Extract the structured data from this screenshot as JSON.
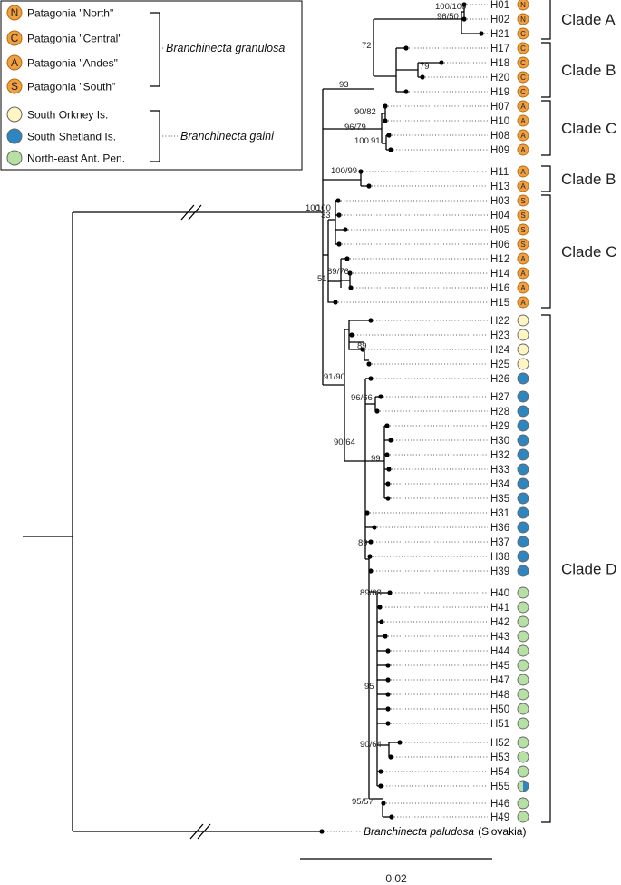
{
  "colors": {
    "patagonia": "#F0A040",
    "patagonia_stroke": "#B86A10",
    "south_orkney": "#FFF6C2",
    "south_shetland": "#2E86C1",
    "northeast": "#B7E0A5",
    "legend_stroke": "#666666"
  },
  "legend": {
    "granulosa_species": "Branchinecta granulosa",
    "gaini_species": "Branchinecta gaini",
    "granulosa_items": [
      {
        "letter": "N",
        "label": "Patagonia \"North\""
      },
      {
        "letter": "C",
        "label": "Patagonia \"Central\""
      },
      {
        "letter": "A",
        "label": "Patagonia \"Andes\""
      },
      {
        "letter": "S",
        "label": "Patagonia \"South\""
      }
    ],
    "gaini_items": [
      {
        "label": "South Orkney Is.",
        "color": "south_orkney"
      },
      {
        "label": "South Shetland Is.",
        "color": "south_shetland"
      },
      {
        "label": "North-east Ant. Pen.",
        "color": "northeast"
      }
    ]
  },
  "tips": [
    {
      "id": "H01",
      "marker": "N"
    },
    {
      "id": "H02",
      "marker": "N"
    },
    {
      "id": "H21",
      "marker": "C"
    },
    {
      "id": "H17",
      "marker": "C"
    },
    {
      "id": "H18",
      "marker": "C"
    },
    {
      "id": "H20",
      "marker": "C"
    },
    {
      "id": "H19",
      "marker": "C"
    },
    {
      "id": "H07",
      "marker": "A"
    },
    {
      "id": "H10",
      "marker": "A"
    },
    {
      "id": "H08",
      "marker": "A"
    },
    {
      "id": "H09",
      "marker": "A"
    },
    {
      "id": "H11",
      "marker": "A"
    },
    {
      "id": "H13",
      "marker": "A"
    },
    {
      "id": "H03",
      "marker": "S"
    },
    {
      "id": "H04",
      "marker": "S"
    },
    {
      "id": "H05",
      "marker": "S"
    },
    {
      "id": "H06",
      "marker": "S"
    },
    {
      "id": "H12",
      "marker": "A"
    },
    {
      "id": "H14",
      "marker": "A"
    },
    {
      "id": "H16",
      "marker": "A"
    },
    {
      "id": "H15",
      "marker": "A"
    },
    {
      "id": "H22",
      "marker": "south_orkney"
    },
    {
      "id": "H23",
      "marker": "south_orkney"
    },
    {
      "id": "H24",
      "marker": "south_orkney"
    },
    {
      "id": "H25",
      "marker": "south_orkney"
    },
    {
      "id": "H26",
      "marker": "south_shetland"
    },
    {
      "id": "H27",
      "marker": "south_shetland"
    },
    {
      "id": "H28",
      "marker": "south_shetland"
    },
    {
      "id": "H29",
      "marker": "south_shetland"
    },
    {
      "id": "H30",
      "marker": "south_shetland"
    },
    {
      "id": "H32",
      "marker": "south_shetland"
    },
    {
      "id": "H33",
      "marker": "south_shetland"
    },
    {
      "id": "H34",
      "marker": "south_shetland"
    },
    {
      "id": "H35",
      "marker": "south_shetland"
    },
    {
      "id": "H31",
      "marker": "south_shetland"
    },
    {
      "id": "H36",
      "marker": "south_shetland"
    },
    {
      "id": "H37",
      "marker": "south_shetland"
    },
    {
      "id": "H38",
      "marker": "south_shetland"
    },
    {
      "id": "H39",
      "marker": "south_shetland"
    },
    {
      "id": "H40",
      "marker": "northeast"
    },
    {
      "id": "H41",
      "marker": "northeast"
    },
    {
      "id": "H42",
      "marker": "northeast"
    },
    {
      "id": "H43",
      "marker": "northeast"
    },
    {
      "id": "H44",
      "marker": "northeast"
    },
    {
      "id": "H45",
      "marker": "northeast"
    },
    {
      "id": "H47",
      "marker": "northeast"
    },
    {
      "id": "H48",
      "marker": "northeast"
    },
    {
      "id": "H50",
      "marker": "northeast"
    },
    {
      "id": "H51",
      "marker": "northeast"
    },
    {
      "id": "H52",
      "marker": "northeast"
    },
    {
      "id": "H53",
      "marker": "northeast"
    },
    {
      "id": "H54",
      "marker": "northeast"
    },
    {
      "id": "H55",
      "marker": "split"
    },
    {
      "id": "H46",
      "marker": "northeast"
    },
    {
      "id": "H49",
      "marker": "northeast"
    }
  ],
  "clades": [
    {
      "label": "Clade A"
    },
    {
      "label": "Clade B"
    },
    {
      "label": "Clade C"
    },
    {
      "label": "Clade B"
    },
    {
      "label": "Clade C"
    },
    {
      "label": "Clade D"
    }
  ],
  "support": [
    "100/100",
    "96/50",
    "72",
    "100",
    "79",
    "93",
    "90/82",
    "96/79",
    "100",
    "91",
    "100/99",
    "33",
    "100",
    "89/76",
    "51",
    "89",
    "96/66",
    "90/64",
    "99",
    "89",
    "91/90",
    "89/68",
    "95",
    "90/64",
    "95/57"
  ],
  "outgroup": {
    "species": "Branchinecta paludosa",
    "locality": "(Slovakia)"
  },
  "scale_label": "0.02"
}
